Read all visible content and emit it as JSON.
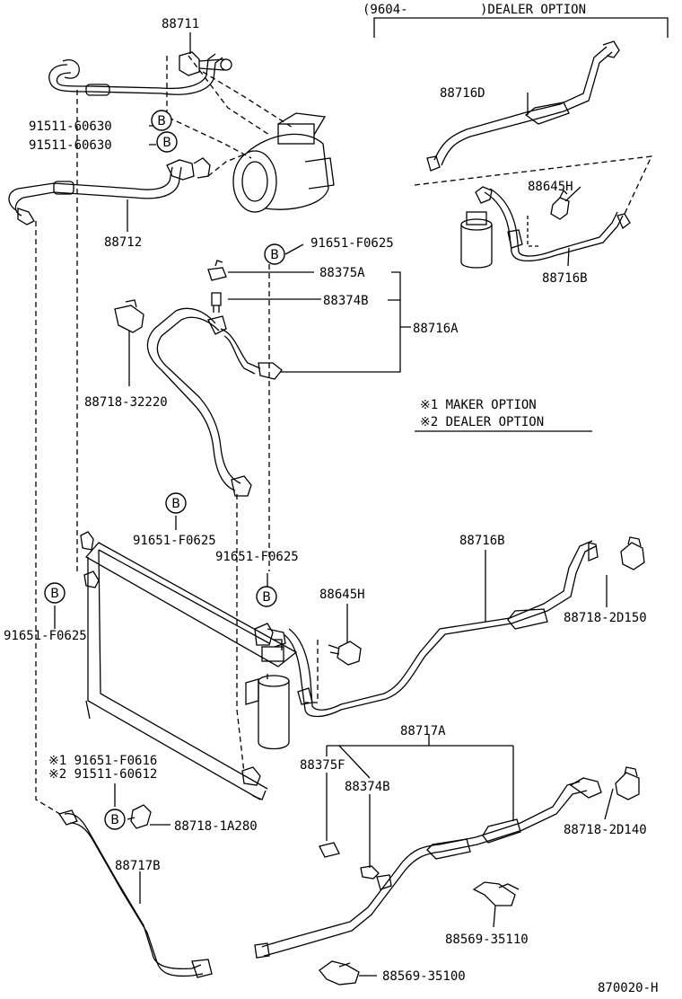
{
  "diagram": {
    "header_range": "(9604-",
    "header_suffix": ")DEALER OPTION",
    "figure_code": "870020-H",
    "legend": {
      "maker": "※1 MAKER OPTION",
      "dealer": "※2 DEALER OPTION"
    },
    "callout_letter": "B",
    "parts": {
      "p88711": "88711",
      "p88712": "88712",
      "p91511_a": "91511-60630",
      "p91511_b": "91511-60630",
      "p88716D": "88716D",
      "p88645H_top": "88645H",
      "p88716B_top": "88716B",
      "p91651_top": "91651-F0625",
      "p88375A": "88375A",
      "p88374B_top": "88374B",
      "p88716A": "88716A",
      "p88718_32220": "88718-32220",
      "p91651_mid": "91651-F0625",
      "p91651_cond": "91651-F0625",
      "p91651_left": "91651-F0625",
      "p88645H_mid": "88645H",
      "p88716B_mid": "88716B",
      "p88718_2D150": "88718-2D150",
      "opt1": "※1 91651-F0616",
      "opt2": "※2 91511-60612",
      "p88718_1A280": "88718-1A280",
      "p88717A": "88717A",
      "p88375F": "88375F",
      "p88374B_bot": "88374B",
      "p88718_2D140": "88718-2D140",
      "p88717B": "88717B",
      "p88569_35110": "88569-35110",
      "p88569_35100": "88569-35100"
    }
  }
}
